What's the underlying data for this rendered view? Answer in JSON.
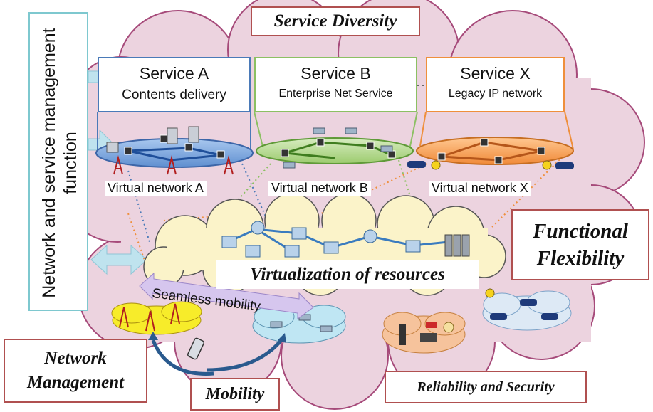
{
  "labels": {
    "service_diversity": "Service Diversity",
    "mgmt_function": "Network and service management function",
    "functional_flexibility": "Functional Flexibility",
    "virtualization": "Virtualization of resources",
    "seamless_mobility": "Seamless mobility",
    "network_management": "Network Management",
    "mobility": "Mobility",
    "reliability_security": "Reliability and Security"
  },
  "services": [
    {
      "title": "Service A",
      "subtitle": "Contents delivery",
      "network": "Virtual network A",
      "color": "#4a7ab8"
    },
    {
      "title": "Service B",
      "subtitle": "Enterprise Net Service",
      "network": "Virtual network B",
      "color": "#8cc063"
    },
    {
      "title": "Service X",
      "subtitle": "Legacy IP network",
      "network": "Virtual network X",
      "color": "#ef8f3c"
    }
  ],
  "colors": {
    "cloud_fill": "#ecd3df",
    "cloud_stroke": "#a64a7a",
    "resource_cloud": "#fbf3c9",
    "mobile_cloud_yellow": "#f7ec2a",
    "mobile_cloud_blue": "#bfe6f3",
    "reliability_cloud": "#f6c39c",
    "vehicle_cloud": "#dde9f5",
    "accent_red": "#b05050",
    "mgmt_box": "#7ec8cf"
  }
}
